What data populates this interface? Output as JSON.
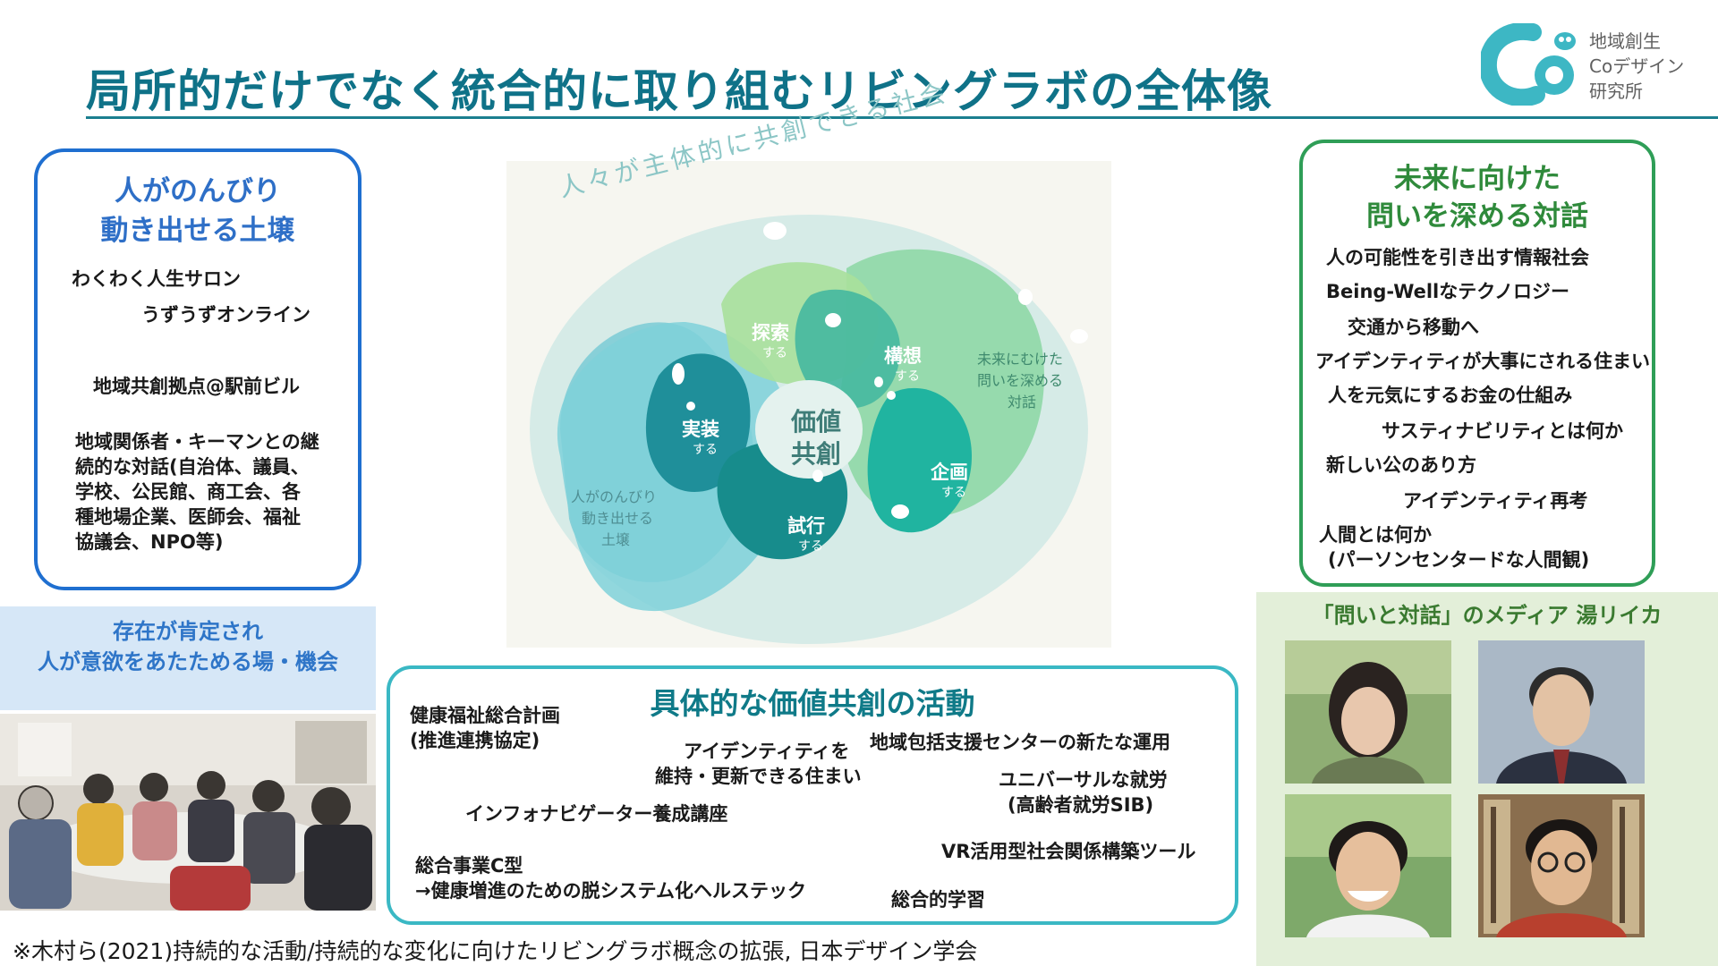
{
  "header": {
    "title": "局所的だけでなく統合的に取り組むリビングラボの全体像",
    "logo_lines": [
      "地域創生",
      "Coデザイン",
      "研究所"
    ],
    "accent_color": "#0f7288"
  },
  "left_box": {
    "title_lines": [
      "人がのんびり",
      "動き出せる土壌"
    ],
    "items": [
      "わくわく人生サロン",
      "うずうずオンライン",
      "地域共創拠点@駅前ビル"
    ],
    "long_item_lines": [
      "地域関係者・キーマンとの継",
      "続的な対話(自治体、議員、",
      "学校、公民館、商工会、各",
      "種地場企業、医師会、福祉",
      "協議会、NPO等)"
    ],
    "border_color": "#1f6fd0"
  },
  "left_banner": {
    "lines": [
      "存在が肯定され",
      "人が意欲をあたためる場・機会"
    ]
  },
  "diagram": {
    "arc_text": "人々が主体的に共創できる社会",
    "center_lines": [
      "価値",
      "共創"
    ],
    "nodes": [
      {
        "label": "探索",
        "sub": "する"
      },
      {
        "label": "構想",
        "sub": "する"
      },
      {
        "label": "実装",
        "sub": "する"
      },
      {
        "label": "企画",
        "sub": "する"
      },
      {
        "label": "試行",
        "sub": "する"
      }
    ],
    "right_lines": [
      "未来にむけた",
      "問いを深める",
      "対話"
    ],
    "left_lines": [
      "人がのんびり",
      "動き出せる",
      "土壌"
    ]
  },
  "activities": {
    "title": "具体的な価値共創の活動",
    "items": [
      [
        "健康福祉総合計画",
        "(推進連携協定)"
      ],
      [
        "アイデンティティを",
        "維持・更新できる住まい"
      ],
      [
        "地域包括支援センターの新たな運用"
      ],
      [
        "ユニバーサルな就労",
        "(高齢者就労SIB)"
      ],
      [
        "インフォナビゲーター養成講座"
      ],
      [
        "VR活用型社会関係構築ツール"
      ],
      [
        "総合事業C型",
        "→健康増進のための脱システム化ヘルステック"
      ],
      [
        "総合的学習"
      ]
    ]
  },
  "right_box": {
    "title_lines": [
      "未来に向けた",
      "問いを深める対話"
    ],
    "items": [
      "人の可能性を引き出す情報社会",
      "Being-Wellなテクノロジー",
      "交通から移動へ",
      "アイデンティティが大事にされる住まい",
      "人を元気にするお金の仕組み",
      "サスティナビリティとは何か",
      "新しい公のあり方",
      "アイデンティティ再考",
      "人間とは何か",
      "(パーソンセンタードな人間観)"
    ]
  },
  "media": {
    "title": "「問いと対話」のメディア 湯リイカ"
  },
  "footnote": "※木村ら(2021)持続的な活動/持続的な変化に向けたリビングラボ概念の拡張, 日本デザイン学会"
}
